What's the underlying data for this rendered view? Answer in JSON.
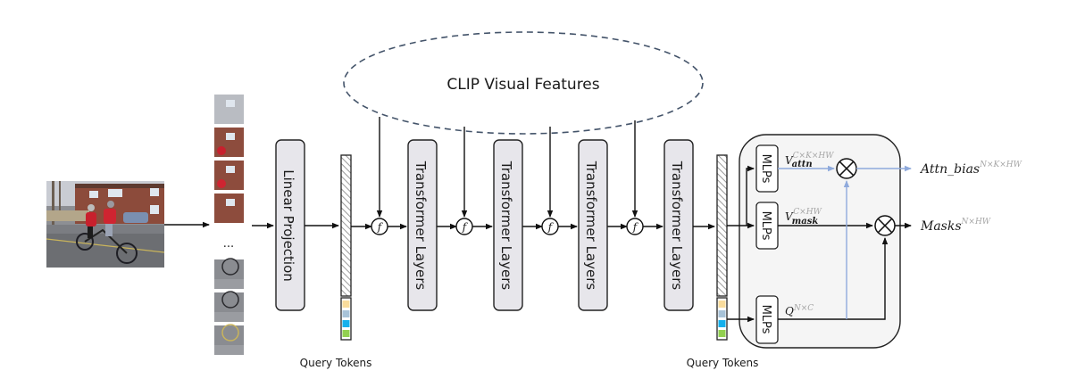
{
  "diagram": {
    "clip_features": {
      "label": "CLIP Visual Features"
    },
    "input_image": {
      "description": "photo of two cyclists riding a tandem bicycle on a street"
    },
    "patches": {
      "ellipsis": "...",
      "top_count": 4,
      "bottom_count": 3
    },
    "linear_projection": {
      "label": "Linear Projection"
    },
    "transformer_blocks": [
      {
        "label": "Transformer Layers"
      },
      {
        "label": "Transformer Layers"
      },
      {
        "label": "Transformer Layers"
      },
      {
        "label": "Transformer Layers"
      }
    ],
    "fusion_nodes": [
      {
        "symbol": "f"
      },
      {
        "symbol": "f"
      },
      {
        "symbol": "f"
      },
      {
        "symbol": "f"
      }
    ],
    "query_tokens": {
      "label_left": "Query Tokens",
      "label_right": "Query Tokens",
      "colors": [
        "#f9dc9c",
        "#a8c3d8",
        "#15b0ec",
        "#92d050"
      ]
    },
    "head": {
      "mlp_labels": [
        "MLPs",
        "MLPs",
        "MLPs"
      ],
      "v_attn": {
        "base": "V",
        "sub": "attn",
        "sup": "C×K×HW"
      },
      "v_mask": {
        "base": "V",
        "sub": "mask",
        "sup": "C×HW"
      },
      "q": {
        "base": "Q",
        "sup": "N×C"
      },
      "outputs": {
        "attn_bias": {
          "base": "Attn_bias",
          "sup": "N×K×HW"
        },
        "masks": {
          "base": "Masks",
          "sup": "N×HW"
        }
      },
      "multiply_symbol": "⊗"
    },
    "colors": {
      "block_fill": "#e7e6eb",
      "head_fill": "#f5f5f5",
      "blue_flow": "#8faadc",
      "ellipse_dash": "#44546a",
      "superscript": "#a6a6a6"
    }
  }
}
